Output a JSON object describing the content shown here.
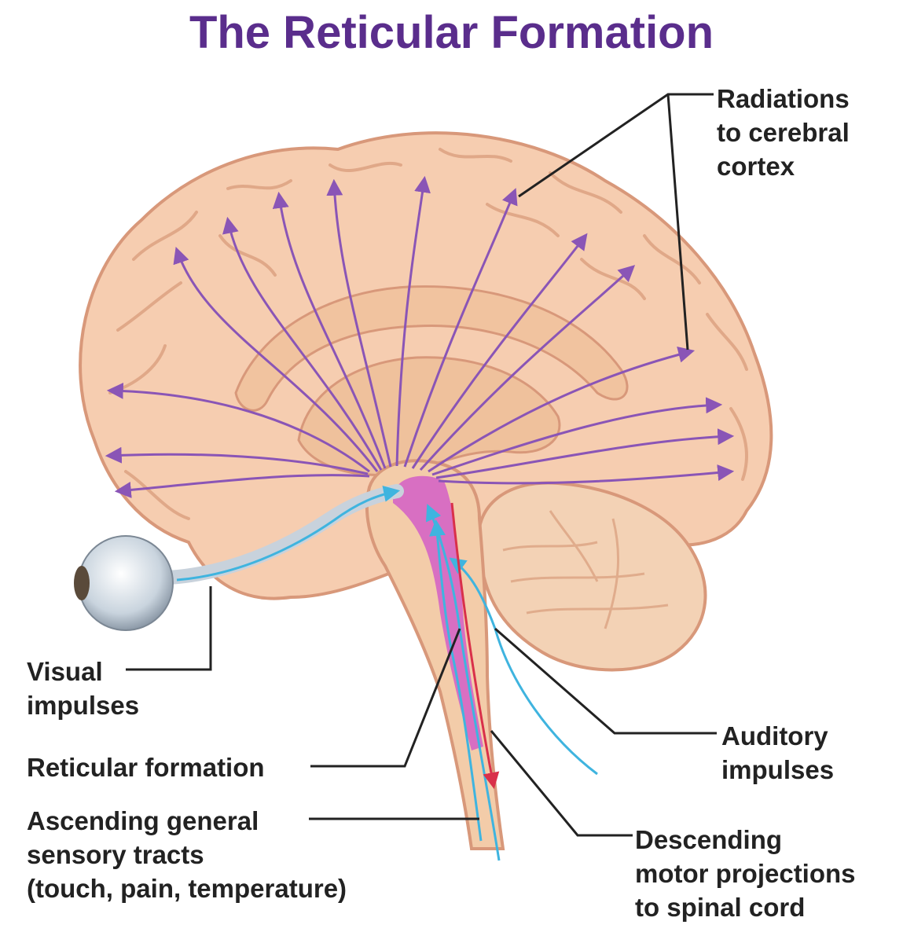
{
  "title": "The Reticular Formation",
  "colors": {
    "title": "#5a2d8c",
    "radiation_arrows": "#8a55b6",
    "sensory_arrows": "#3fb4df",
    "motor_arrow": "#d9304a",
    "reticular_formation": "#d86fc2",
    "brain_tissue": "#f6cdb0",
    "brain_outline": "#d8987a",
    "leader_lines": "#222222"
  },
  "labels": {
    "radiations": [
      "Radiations",
      "to cerebral",
      "cortex"
    ],
    "visual": [
      "Visual",
      "impulses"
    ],
    "reticular": [
      "Reticular formation"
    ],
    "ascending": [
      "Ascending general",
      "sensory tracts",
      "(touch, pain, temperature)"
    ],
    "auditory": [
      "Auditory",
      "impulses"
    ],
    "descending": [
      "Descending",
      "motor projections",
      "to spinal cord"
    ]
  }
}
